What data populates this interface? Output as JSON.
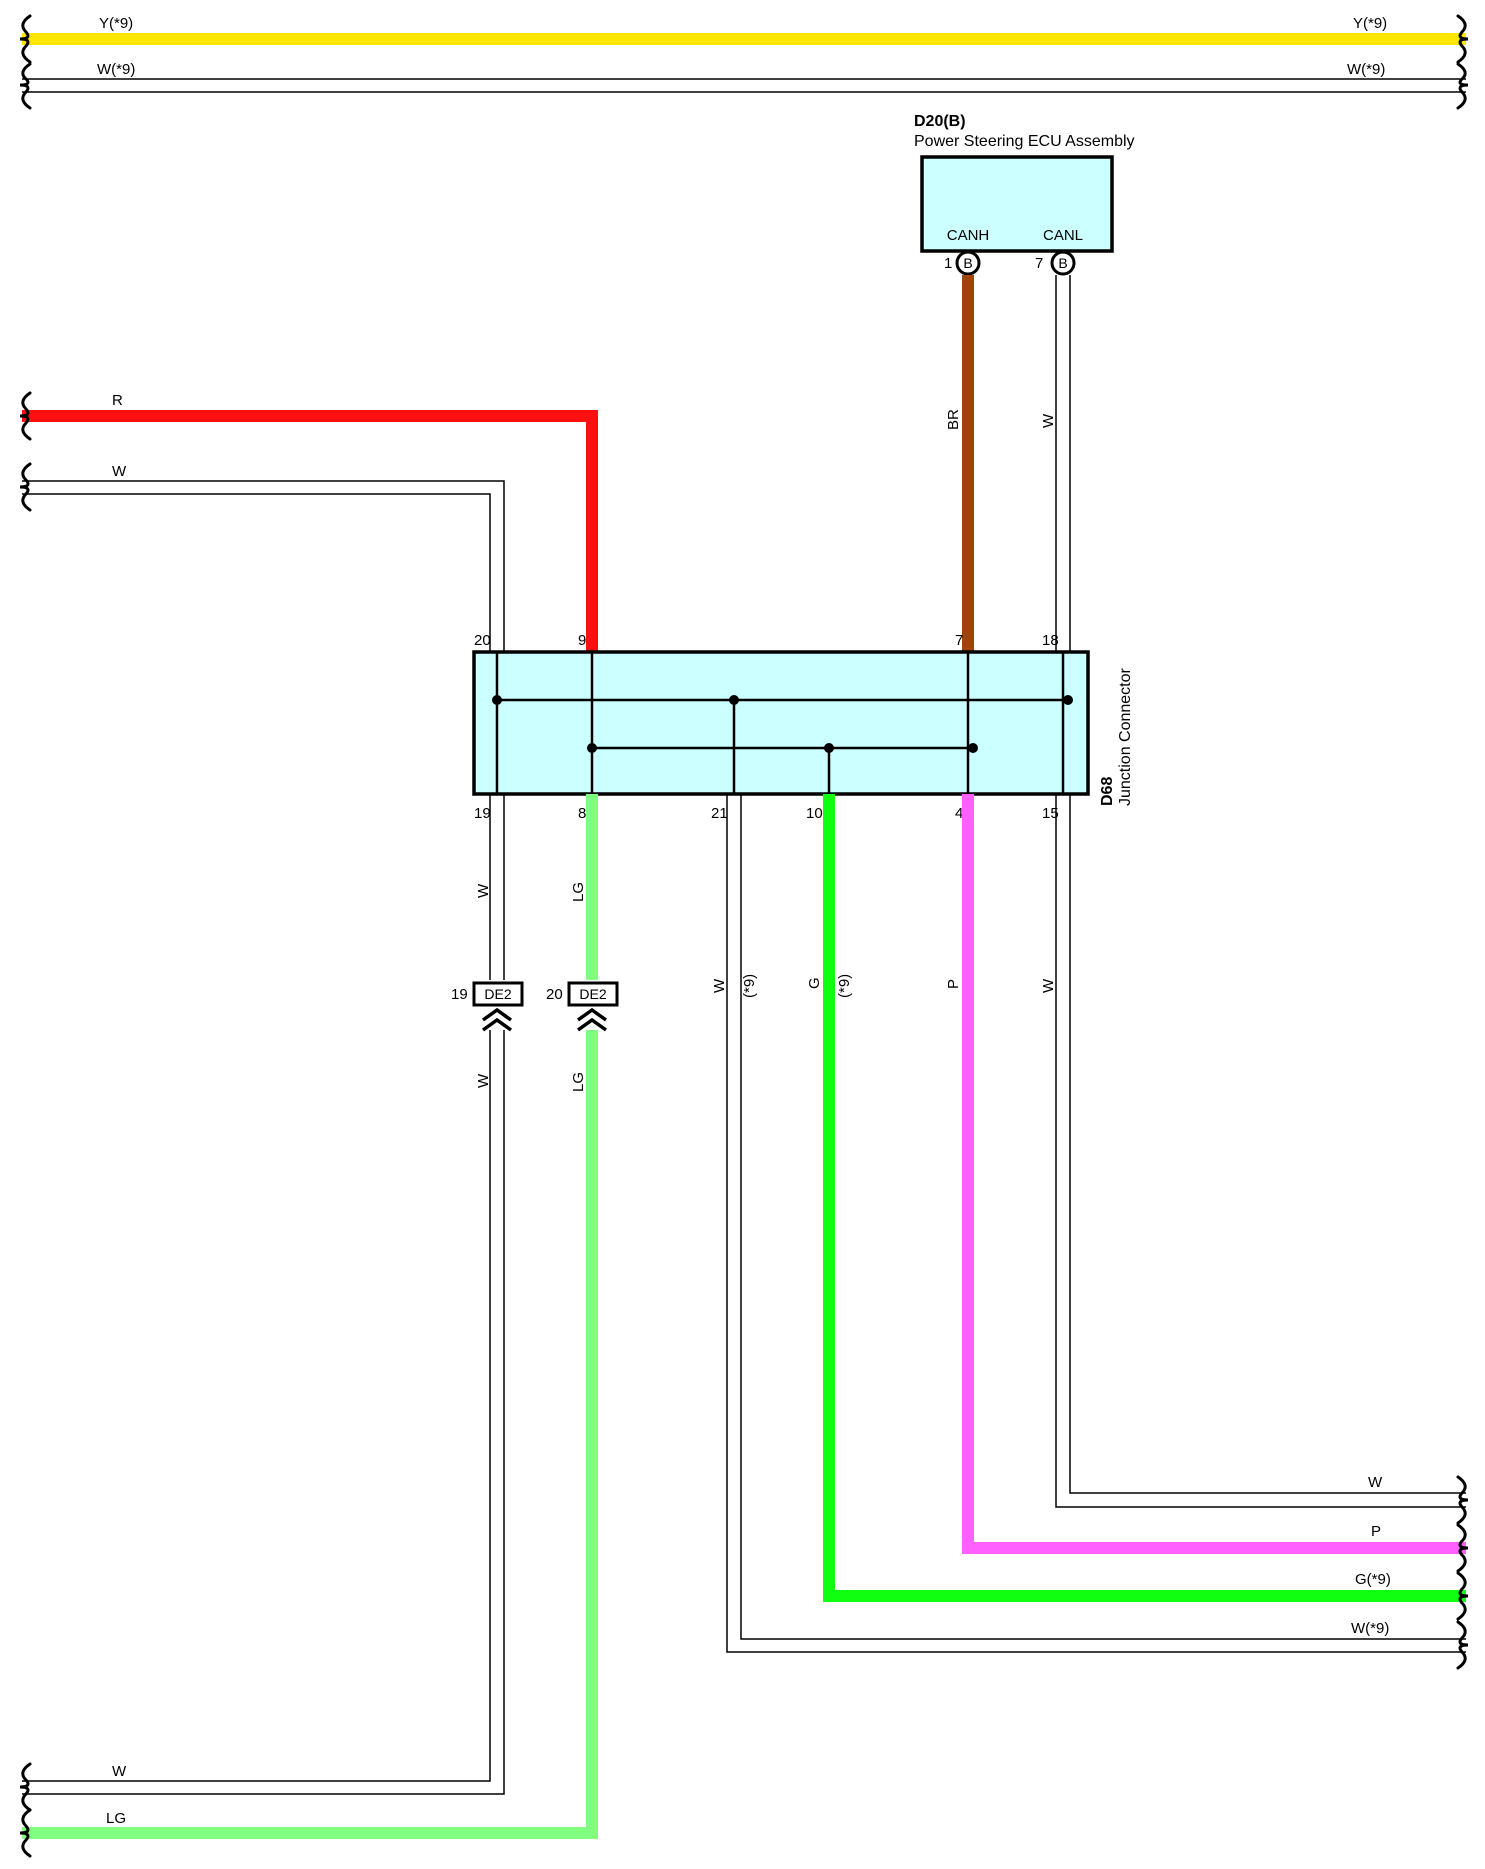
{
  "components": {
    "ecu": {
      "id": "D20(B)",
      "name": "Power Steering ECU Assembly",
      "pin_canh": "CANH",
      "pin_canl": "CANL",
      "pin_canh_num": "1",
      "pin_canl_num": "7",
      "terminal_badge": "B"
    },
    "junction": {
      "id": "D68",
      "name": "Junction Connector",
      "top_pins": [
        "20",
        "9",
        "7",
        "18"
      ],
      "bottom_pins": [
        "19",
        "8",
        "21",
        "10",
        "4",
        "15"
      ]
    },
    "inline_connectors": [
      {
        "id": "DE2",
        "pin": "19"
      },
      {
        "id": "DE2",
        "pin": "20"
      }
    ]
  },
  "wire_labels": {
    "top_yellow_left": "Y(*9)",
    "top_yellow_right": "Y(*9)",
    "top_white_left": "W(*9)",
    "top_white_right": "W(*9)",
    "red_left": "R",
    "white_left": "W",
    "br_vertical": "BR",
    "canl_vertical": "W",
    "pin19_upper": "W",
    "pin19_lower": "W",
    "pin8_upper": "LG",
    "pin8_lower": "LG",
    "pin21_color": "W",
    "pin21_note": "(*9)",
    "pin10_color": "G",
    "pin10_note": "(*9)",
    "pin4_color": "P",
    "pin15_color": "W",
    "bottom_white_right": "W",
    "bottom_pink_right": "P",
    "bottom_green_right": "G(*9)",
    "bottom_white9_right": "W(*9)",
    "bottom_white_left": "W",
    "bottom_lg_left": "LG"
  },
  "colors": {
    "yellow": "#ffe600",
    "red": "#ff1010",
    "brown": "#a0420a",
    "green": "#10ff10",
    "light_green": "#80ff80",
    "pink": "#ff60ff",
    "white_wire_outline": "#000000",
    "connector_fill": "#ccffff"
  }
}
